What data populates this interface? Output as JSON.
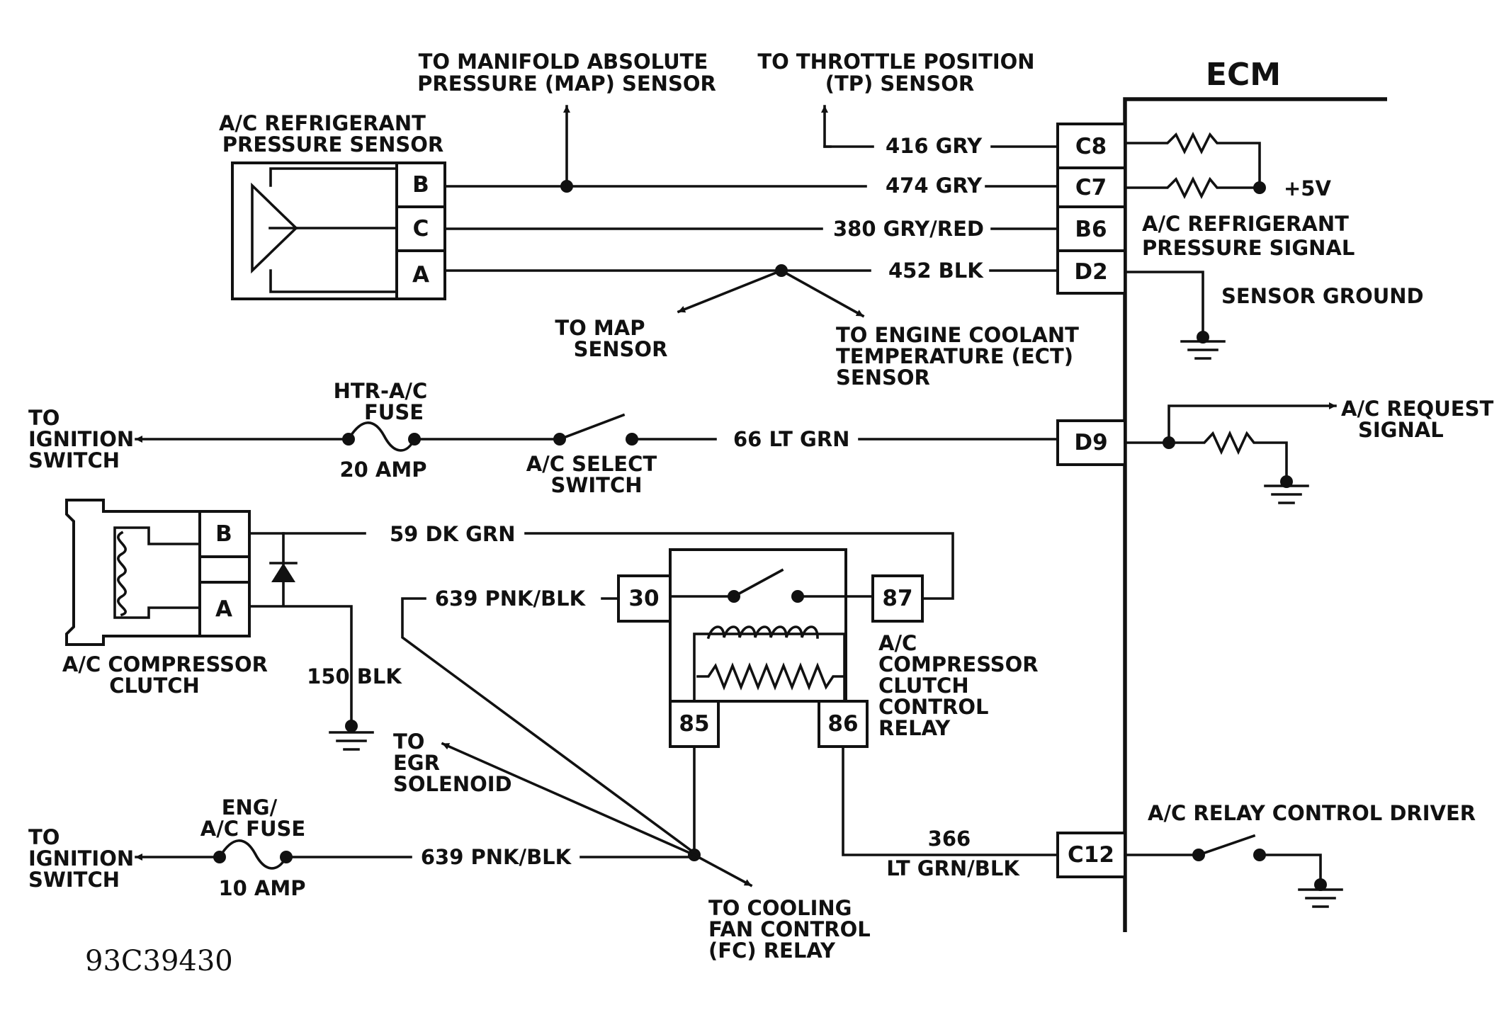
{
  "ecm": {
    "title": "ECM",
    "pins": {
      "c8": "C8",
      "c7": "C7",
      "b6": "B6",
      "d2": "D2",
      "d9": "D9",
      "c12": "C12"
    },
    "plus5v": "+5V",
    "pressure_signal": [
      "A/C REFRIGERANT",
      "PRESSURE SIGNAL"
    ],
    "sensor_ground": "SENSOR GROUND",
    "request_signal": [
      "A/C REQUEST",
      "SIGNAL"
    ],
    "relay_driver": "A/C RELAY CONTROL DRIVER"
  },
  "pressure_sensor": {
    "label": [
      "A/C REFRIGERANT",
      "PRESSURE SENSOR"
    ],
    "pins": {
      "b": "B",
      "c": "C",
      "a": "A"
    }
  },
  "wires": {
    "w416": "416 GRY",
    "w474": "474 GRY",
    "w380": "380 GRY/RED",
    "w452": "452 BLK",
    "w66": "66 LT GRN",
    "w59": "59 DK GRN",
    "w639_top": "639 PNK/BLK",
    "w150": "150 BLK",
    "w639_bottom": "639 PNK/BLK",
    "w366": [
      "366",
      "LT GRN/BLK"
    ]
  },
  "destinations": {
    "map_top": [
      "TO MANIFOLD ABSOLUTE",
      "PRESSURE (MAP) SENSOR"
    ],
    "tp": [
      "TO THROTTLE POSITION",
      "(TP) SENSOR"
    ],
    "map_bottom": [
      "TO MAP",
      "SENSOR"
    ],
    "ect": [
      "TO ENGINE COOLANT",
      "TEMPERATURE (ECT)",
      "SENSOR"
    ],
    "ignition_top": [
      "TO",
      "IGNITION",
      "SWITCH"
    ],
    "ignition_bottom": [
      "TO",
      "IGNITION",
      "SWITCH"
    ],
    "egr": [
      "TO",
      "EGR",
      "SOLENOID"
    ],
    "cooling_fan": [
      "TO COOLING",
      "FAN CONTROL",
      "(FC) RELAY"
    ]
  },
  "htr_fuse": {
    "name": [
      "HTR-A/C",
      "FUSE"
    ],
    "rating": "20 AMP"
  },
  "eng_fuse": {
    "name": [
      "ENG/",
      "A/C FUSE"
    ],
    "rating": "10 AMP"
  },
  "select_switch": [
    "A/C SELECT",
    "SWITCH"
  ],
  "compressor_clutch": {
    "label": [
      "A/C COMPRESSOR",
      "CLUTCH"
    ],
    "pins": {
      "b": "B",
      "a": "A"
    }
  },
  "relay": {
    "label": [
      "A/C",
      "COMPRESSOR",
      "CLUTCH",
      "CONTROL",
      "RELAY"
    ],
    "pins": {
      "p30": "30",
      "p87": "87",
      "p85": "85",
      "p86": "86"
    }
  },
  "figure_code": "93C39430"
}
